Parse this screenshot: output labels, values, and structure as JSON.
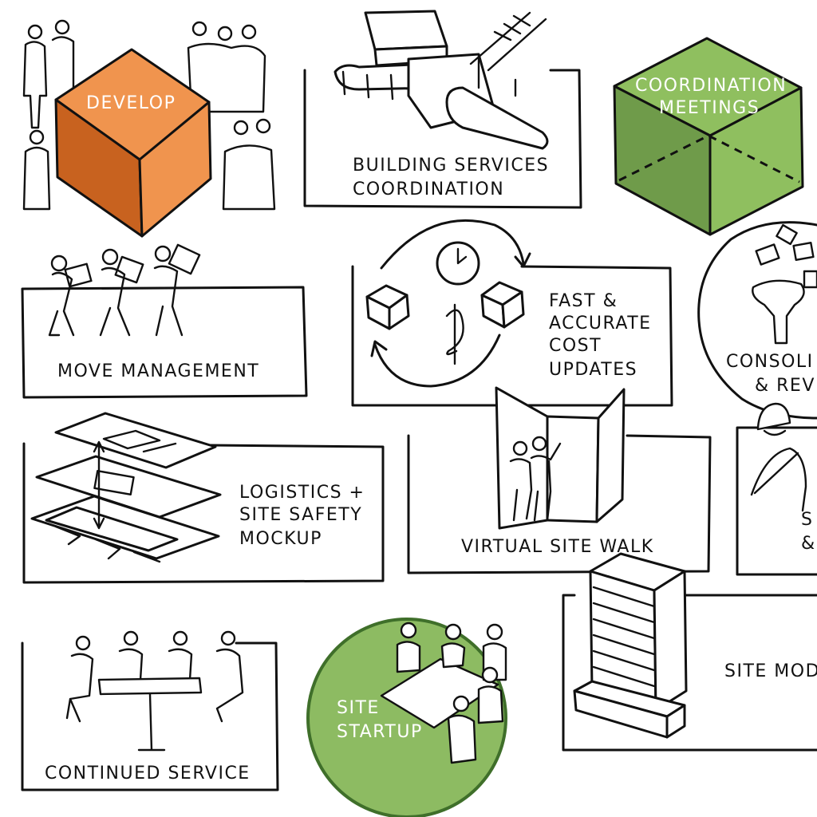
{
  "colors": {
    "ink": "#111111",
    "orange_light": "#f0944e",
    "orange_dark": "#c8621f",
    "green_light": "#8fbf5f",
    "green_dark": "#6f9b4a",
    "green_circle": "#8dbb62",
    "background": "#ffffff"
  },
  "tiles": {
    "develop": {
      "label": "DEVELOP",
      "icon": "cube-icon"
    },
    "building_services": {
      "line1": "BUILDING SERVICES",
      "line2": "COORDINATION",
      "icon": "ductwork-icon"
    },
    "coordination_meetings": {
      "line1": "COORDINATION",
      "line2": "MEETINGS",
      "icon": "cube-icon"
    },
    "move_management": {
      "label": "MOVE MANAGEMENT",
      "icon": "people-carrying-icon"
    },
    "cost_updates": {
      "line1": "FAST &",
      "line2": "ACCURATE",
      "line3": "COST",
      "line4": "UPDATES",
      "icon": "clock-dollar-cycle-icon"
    },
    "consolidate": {
      "line1": "CONSOLI",
      "line2": "& REV",
      "icon": "funnel-icon"
    },
    "logistics": {
      "line1": "LOGISTICS +",
      "line2": "SITE SAFETY",
      "line3": "MOCKUP",
      "icon": "stacked-floors-icon"
    },
    "virtual_walk": {
      "label": "VIRTUAL SITE WALK",
      "icon": "door-people-icon"
    },
    "safety_partial": {
      "line1": "S",
      "line2": "&",
      "icon": "hardhat-worker-icon"
    },
    "continued_service": {
      "label": "CONTINUED SERVICE",
      "icon": "meeting-table-icon"
    },
    "site_startup": {
      "line1": "SITE",
      "line2": "STARTUP",
      "icon": "group-table-icon"
    },
    "site_model": {
      "label": "SITE MOD",
      "icon": "building-model-icon"
    }
  }
}
